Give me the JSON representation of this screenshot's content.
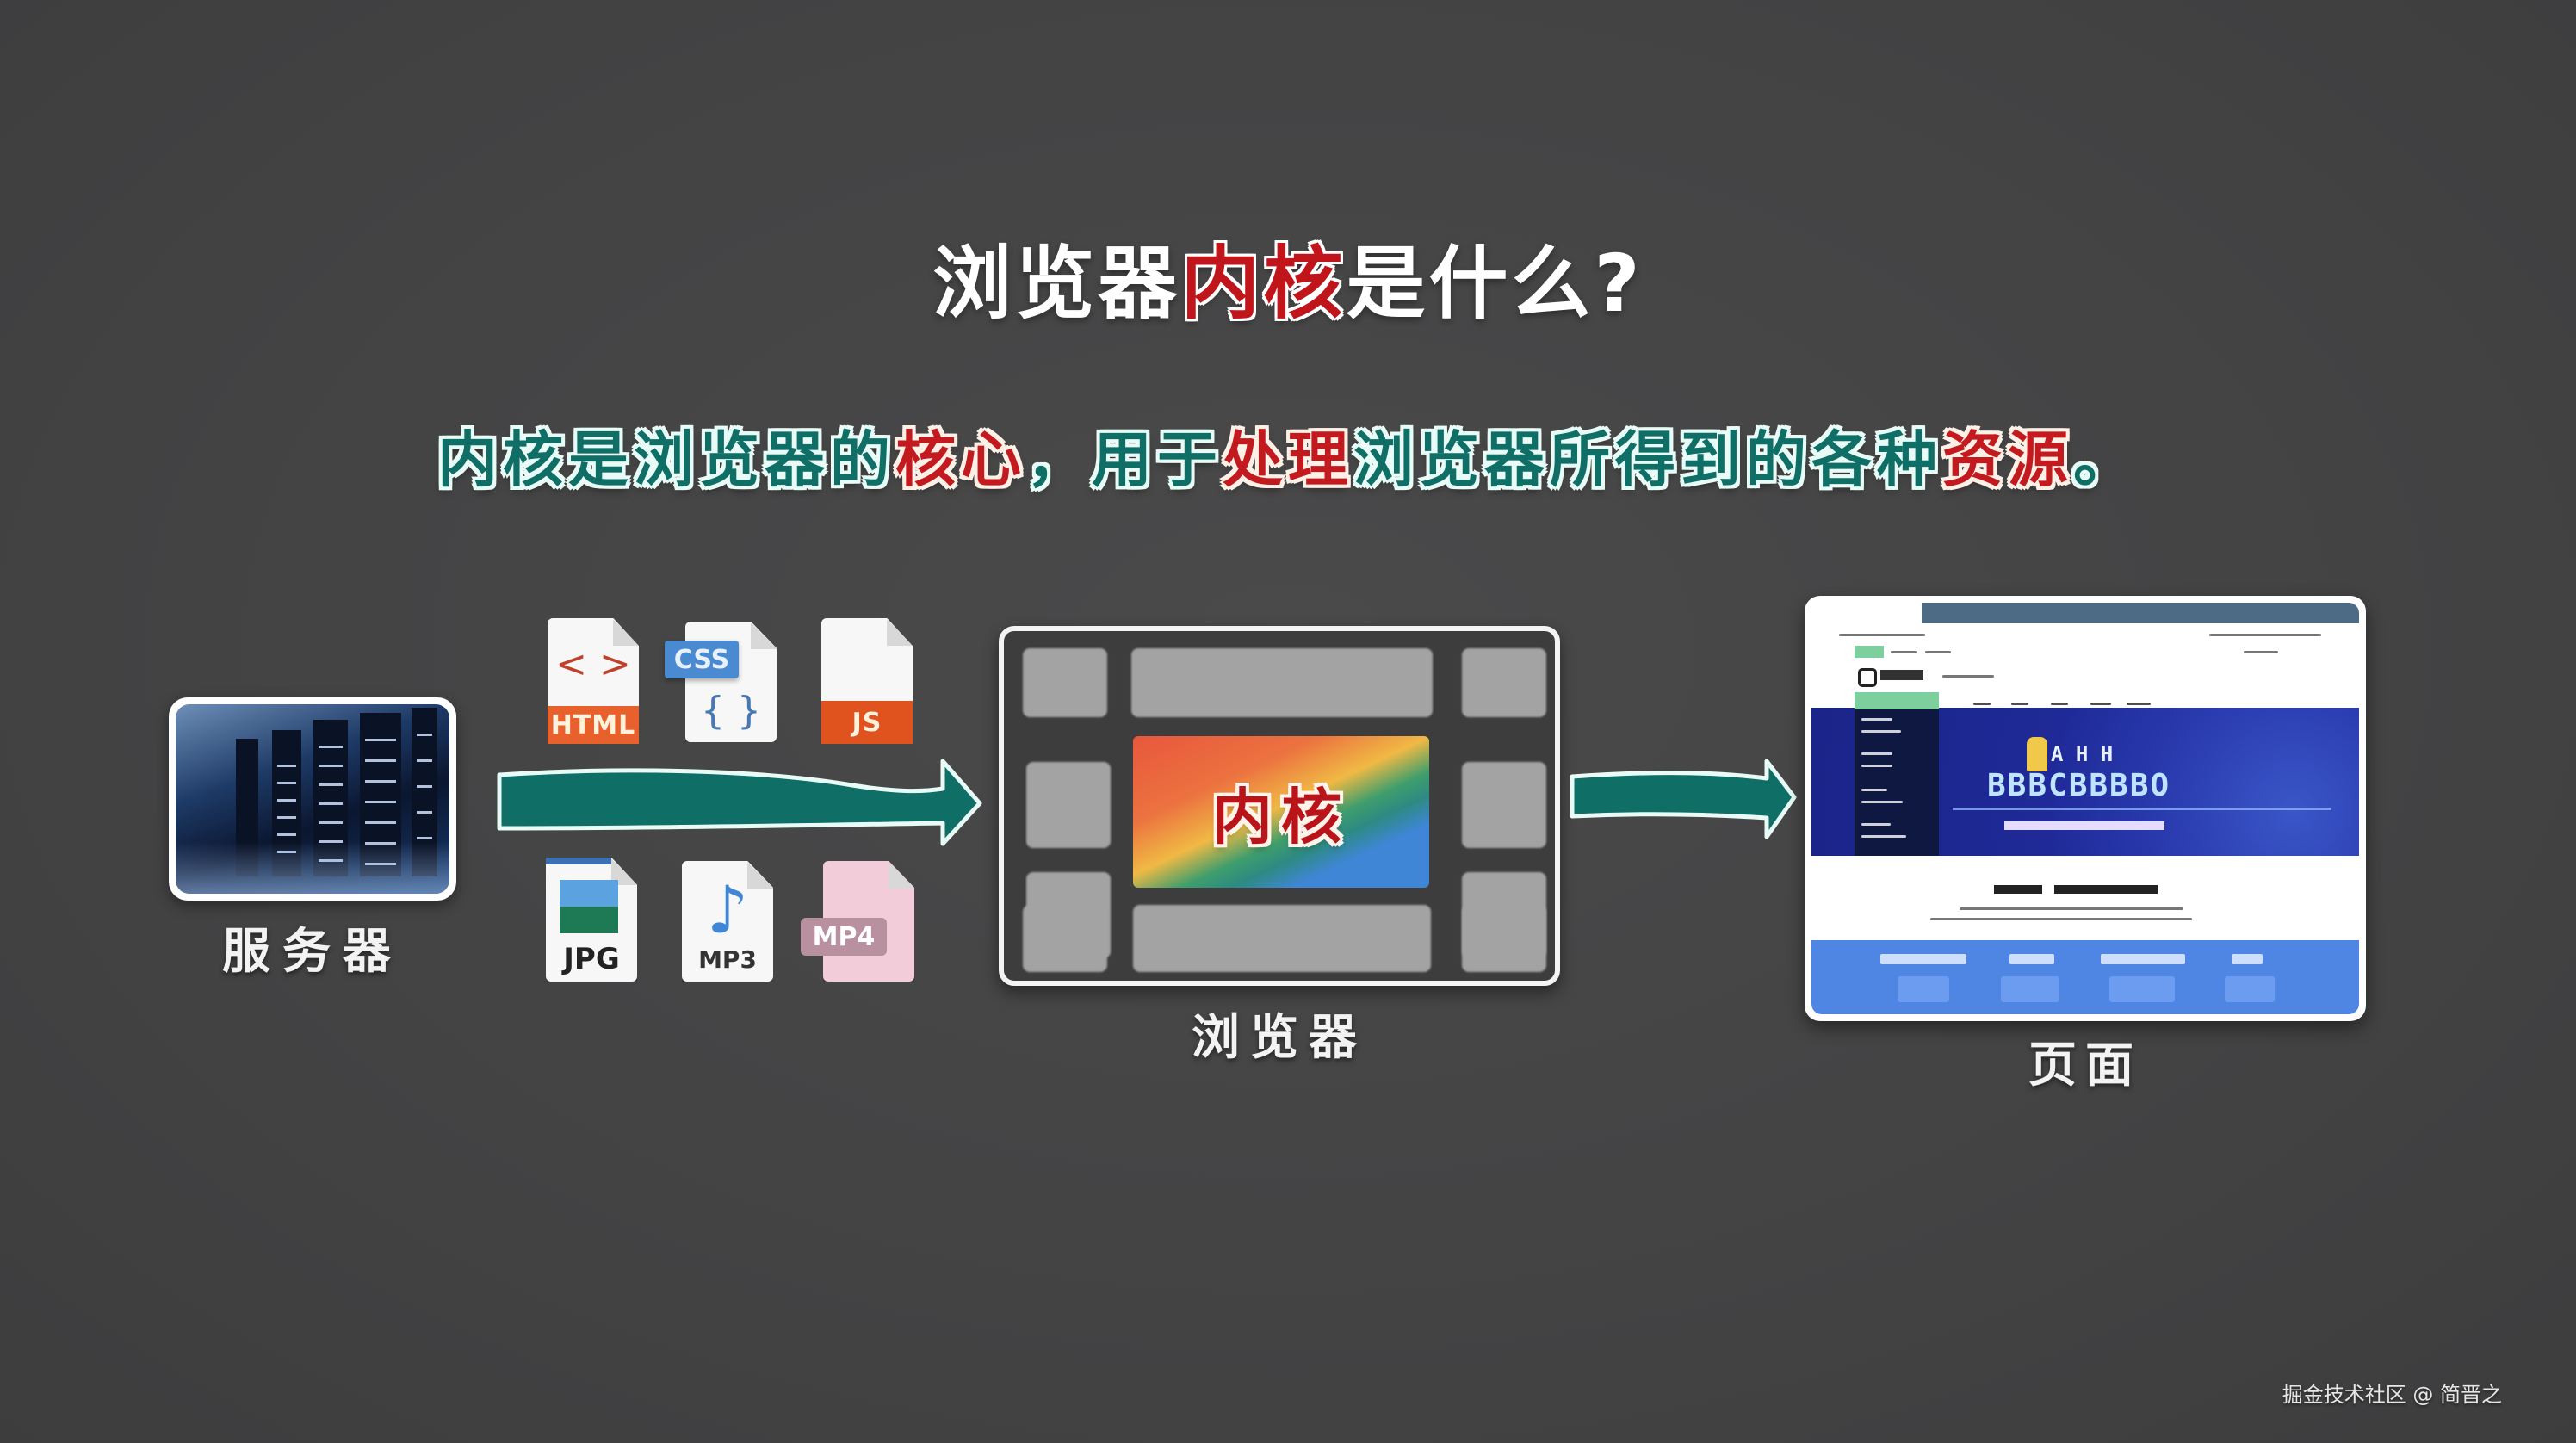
{
  "title": {
    "part1": "浏览器",
    "highlight": "内核",
    "part2": "是什么?"
  },
  "subtitle": {
    "segments": [
      {
        "text": "内核是浏览器的",
        "color": "teal"
      },
      {
        "text": "核心",
        "color": "red"
      },
      {
        "text": "，用于",
        "color": "teal"
      },
      {
        "text": "处理",
        "color": "red"
      },
      {
        "text": "浏览器所得到的各种",
        "color": "teal"
      },
      {
        "text": "资源",
        "color": "red"
      },
      {
        "text": "。",
        "color": "teal"
      }
    ]
  },
  "server": {
    "label": "服务器"
  },
  "resources": {
    "top": [
      {
        "name": "html",
        "label": "HTML",
        "glyph": "< >",
        "band_color": "#e8612c"
      },
      {
        "name": "css",
        "label": "CSS",
        "glyph": "{ }",
        "band_color": "#3f86cf"
      },
      {
        "name": "js",
        "label": "JS",
        "glyph": "",
        "band_color": "#e0531f"
      }
    ],
    "bottom": [
      {
        "name": "jpg",
        "label": "JPG"
      },
      {
        "name": "mp3",
        "label": "MP3"
      },
      {
        "name": "mp4",
        "label": "MP4"
      }
    ]
  },
  "browser": {
    "label": "浏览器",
    "kernel_label": "内核"
  },
  "page": {
    "label": "页面"
  },
  "colors": {
    "background": "#444445",
    "teal": "#0f6e66",
    "red": "#c21a1f",
    "arrow_fill": "#0f6e66",
    "arrow_stroke": "#e8fbf6"
  },
  "watermark": "掘金技术社区 @ 简晋之"
}
